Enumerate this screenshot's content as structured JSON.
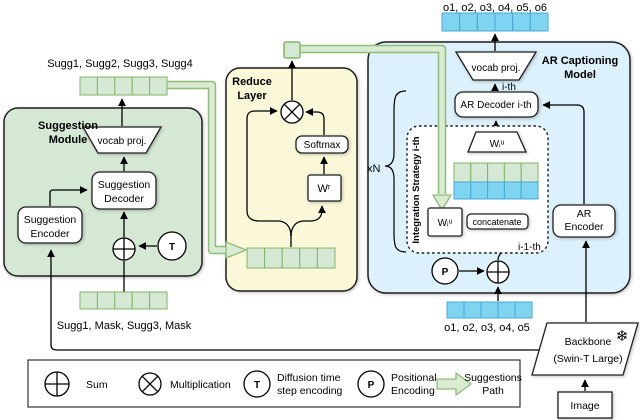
{
  "figure": {
    "suggestion_module": {
      "title": [
        "Suggestion",
        "Module"
      ],
      "vocab_proj_label": "vocab proj.",
      "decoder": [
        "Suggestion",
        "Decoder"
      ],
      "encoder": [
        "Suggestion",
        "Encoder"
      ],
      "time_symbol": "T",
      "output_tokens_label": "Sugg1, Sugg2, Sugg3, Sugg4",
      "input_tokens_label": "Sugg1, Mask, Sugg3, Mask",
      "output_row_cells": 5,
      "input_row_cells": 5
    },
    "reduce_layer": {
      "title": [
        "Reduce",
        "Layer"
      ],
      "softmax_label": "Softmax",
      "weight_label": "Wʳ",
      "input_row_cells": 5
    },
    "ar_captioning_model": {
      "title": [
        "AR Captioning",
        "Model"
      ],
      "vocab_proj_label": "vocab proj.",
      "ith_label": "i-th",
      "decoder_label": "AR Decoder i-th",
      "encoder": [
        "AR",
        "Encoder"
      ],
      "loop_label": "xN",
      "positional_symbol": "P",
      "output_tokens_label": "o1, o2, o3, o4, o5, o6",
      "input_tokens_label": "o1, o2, o3, o4, o5",
      "output_row_cells": 6,
      "input_row_cells": 5,
      "integration_strategy": {
        "title": "Integration Strategy i-th",
        "weight_top_label": "Wᵢᵘ",
        "weight_side_label": "Wᵢᵘ",
        "concatenate_label": "concatenate",
        "prev_step_label": "i-1-th",
        "green_row_cells": 5,
        "blue_row_cells": 5
      }
    },
    "backbone": {
      "label": [
        "Backbone",
        "(Swin-T Large)"
      ],
      "frozen_icon": "❄",
      "image_label": "Image"
    },
    "legend": {
      "sum": {
        "label": "Sum"
      },
      "multiplication": {
        "label": "Multiplication"
      },
      "time": {
        "symbol": "T",
        "label": [
          "Diffusion time",
          "step encoding"
        ]
      },
      "positional": {
        "symbol": "P",
        "label": [
          "Positional",
          "Encoding"
        ]
      },
      "suggestions_path": {
        "label": [
          "Suggestions",
          "Path"
        ]
      }
    },
    "colors": {
      "green_fill": "#d5e8d4",
      "green_stroke": "#82b366",
      "yellow_fill": "#fbf8d9",
      "blue_panel_fill": "#dcf1fb",
      "blue_cell_fill": "#7fd4f2",
      "blue_cell_stroke": "#4aa8cf",
      "suggestion_path_fill": "#d9ecd3"
    }
  }
}
